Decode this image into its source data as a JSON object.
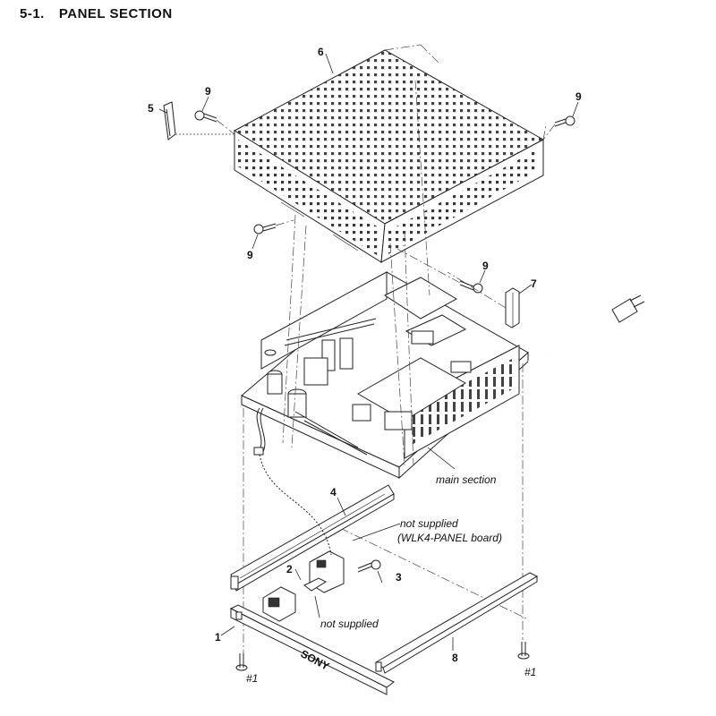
{
  "title": {
    "number": "5-1.",
    "text": "PANEL  SECTION"
  },
  "callouts": {
    "p1": "1",
    "p2": "2",
    "p3": "3",
    "p4": "4",
    "p5": "5",
    "p6": "6",
    "p7": "7",
    "p8": "8",
    "p9a": "9",
    "p9b": "9",
    "p9c": "9",
    "p9d": "9"
  },
  "notes": {
    "main_section": "main section",
    "not_supplied_1": "not supplied",
    "board": "(WLK4-PANEL board)",
    "not_supplied_2": "not supplied",
    "sony": "SONY"
  },
  "refs": {
    "screw_left": "#1",
    "screw_right": "#1"
  }
}
